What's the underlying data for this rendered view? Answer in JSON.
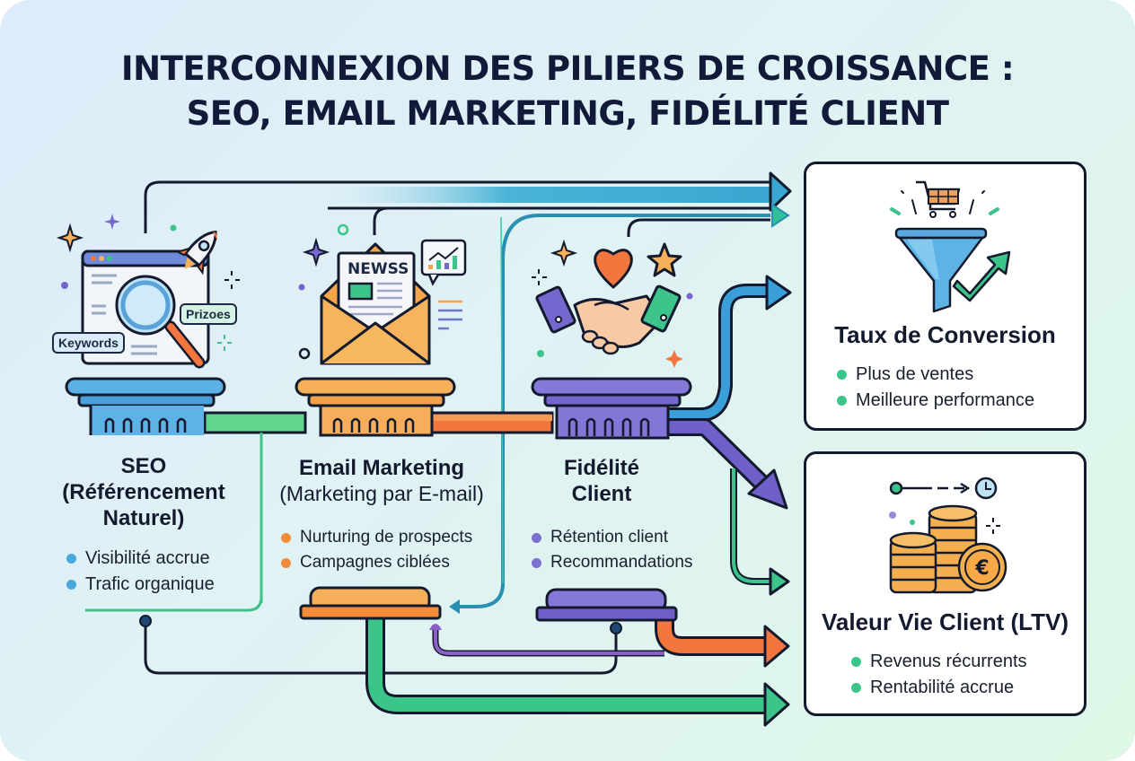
{
  "title": {
    "line1": "INTERCONNEXION DES PILIERS DE CROISSANCE :",
    "line2": "SEO, EMAIL MARKETING, FIDÉLITÉ CLIENT"
  },
  "pillars": [
    {
      "id": "seo",
      "title_lines": [
        "SEO",
        "(Référencement",
        "Naturel)"
      ],
      "bullets": [
        "Visibilité accrue",
        "Trafic organique"
      ],
      "color": "#3b9ad9",
      "bullet_color": "#4aa8de",
      "icon_tags": [
        "Prizoes",
        "Keywords"
      ]
    },
    {
      "id": "email",
      "title_lines": [
        "Email Marketing",
        "(Marketing par E-mail)"
      ],
      "bullets": [
        "Nurturing de prospects",
        "Campagnes ciblées"
      ],
      "color": "#f4a04a",
      "bullet_color": "#f28c3b",
      "icon_text": "NEWSS"
    },
    {
      "id": "fidelite",
      "title_lines": [
        "Fidélité",
        "Client"
      ],
      "bullets": [
        "Rétention client",
        "Recommandations"
      ],
      "color": "#7468cf",
      "bullet_color": "#7b6fd0"
    }
  ],
  "outcomes": [
    {
      "id": "conversion",
      "title": "Taux de Conversion",
      "bullets": [
        "Plus de ventes",
        "Meilleure performance"
      ],
      "bullet_color": "#3cc48a"
    },
    {
      "id": "ltv",
      "title": "Valeur Vie Client (LTV)",
      "bullets": [
        "Revenus récurrents",
        "Rentabilité accrue"
      ],
      "bullet_color": "#3cc48a",
      "icon_symbol": "€"
    }
  ],
  "colors": {
    "outline": "#141a2e",
    "green": "#3cc48a",
    "orange": "#f2763e",
    "blue": "#3a9fd8",
    "purple": "#6f5fc8",
    "teal": "#2aa7a8"
  }
}
